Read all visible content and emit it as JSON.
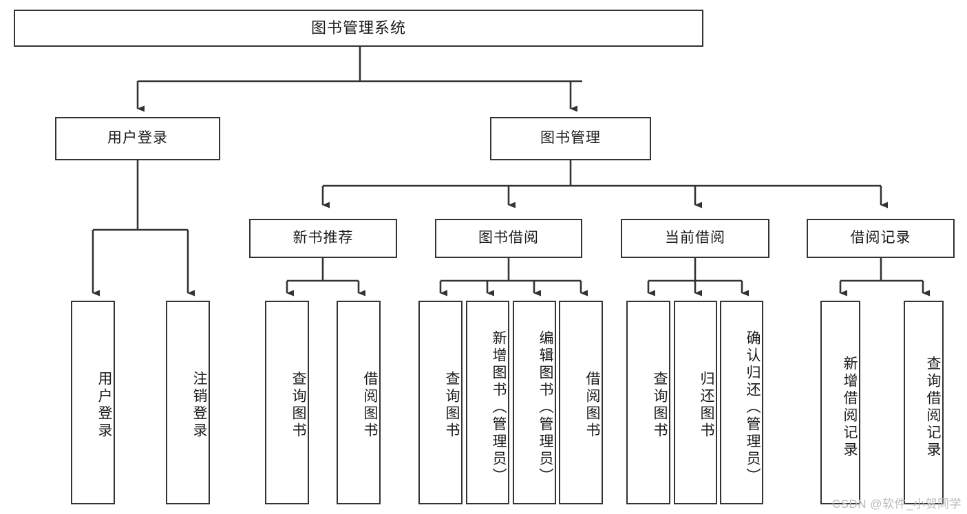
{
  "diagram": {
    "title": "图书管理系统",
    "type": "tree-hierarchy-chart",
    "root": {
      "label": "图书管理系统"
    },
    "level2": [
      {
        "label": "用户登录"
      },
      {
        "label": "图书管理"
      }
    ],
    "level3": [
      {
        "label": "新书推荐"
      },
      {
        "label": "图书借阅"
      },
      {
        "label": "当前借阅"
      },
      {
        "label": "借阅记录"
      }
    ],
    "leaves": {
      "user_login": [
        {
          "label": "用户登录"
        },
        {
          "label": "注销登录"
        }
      ],
      "new_book": [
        {
          "label": "查询图书"
        },
        {
          "label": "借阅图书"
        }
      ],
      "book_borrow": [
        {
          "label": "查询图书"
        },
        {
          "label": "新增图书（管理员）"
        },
        {
          "label": "编辑图书（管理员）"
        },
        {
          "label": "借阅图书"
        }
      ],
      "current_borrow": [
        {
          "label": "查询图书"
        },
        {
          "label": "归还图书"
        },
        {
          "label": "确认归还（管理员）"
        }
      ],
      "borrow_record": [
        {
          "label": "新增借阅记录"
        },
        {
          "label": "查询借阅记录"
        }
      ]
    }
  },
  "watermark": {
    "text": "CSDN @软件_小贺同学"
  },
  "colors": {
    "border": "#333333",
    "text": "#1a1a1a",
    "background": "#ffffff",
    "watermark": "#b9b9b9"
  }
}
